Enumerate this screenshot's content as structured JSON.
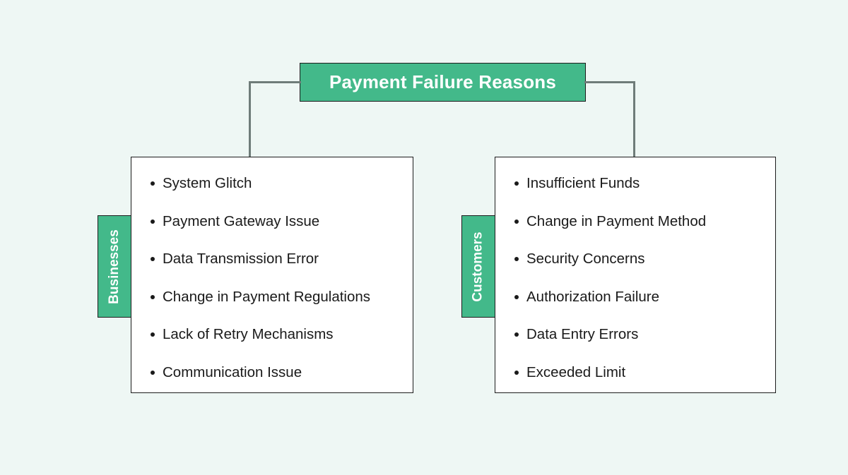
{
  "diagram": {
    "title": "Payment Failure Reasons",
    "colors": {
      "background": "#eef7f4",
      "accent_green": "#43b98a",
      "panel_background": "#ffffff",
      "border": "#1c1c1c",
      "connector": "#6f7c79",
      "title_text": "#ffffff",
      "body_text": "#1a1a1a"
    },
    "branches": [
      {
        "tab_label": "Businesses",
        "items": [
          "System Glitch",
          "Payment Gateway Issue",
          "Data Transmission Error",
          "Change in Payment Regulations",
          "Lack of Retry Mechanisms",
          "Communication Issue"
        ]
      },
      {
        "tab_label": "Customers",
        "items": [
          "Insufficient Funds",
          "Change in Payment Method",
          "Security Concerns",
          "Authorization Failure",
          "Data Entry Errors",
          "Exceeded Limit"
        ]
      }
    ]
  }
}
